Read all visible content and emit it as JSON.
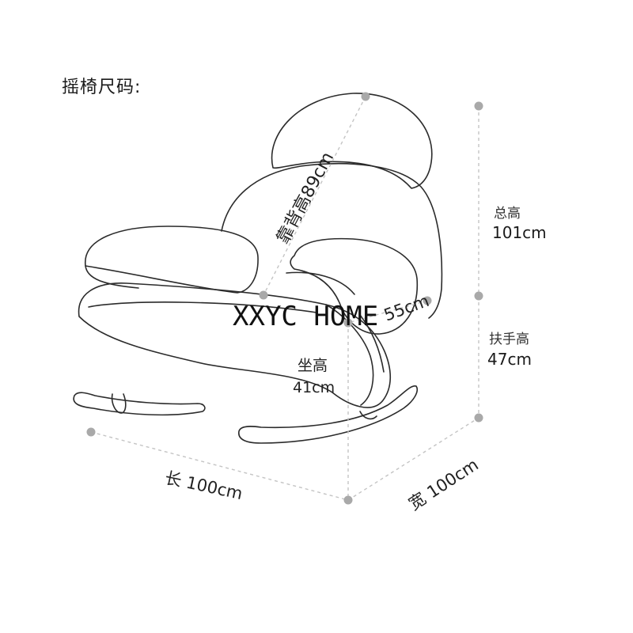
{
  "title": "摇椅尺码:",
  "dimensions": {
    "total_height": {
      "label": "总高",
      "value": "101cm"
    },
    "arm_height": {
      "label": "扶手高",
      "value": "47cm"
    },
    "seat_height": {
      "label": "坐高",
      "value": "41cm"
    },
    "back_height": {
      "text": "靠背高89cm"
    },
    "seat_depth": {
      "text": "55cm"
    },
    "length": {
      "text": "长 100cm"
    },
    "width": {
      "text": "宽 100cm"
    }
  },
  "watermark": "XXYC HOME",
  "colors": {
    "outline": "#2b2b2b",
    "dimension_line": "#c4c4c4",
    "dot": "#a9a9a9"
  }
}
